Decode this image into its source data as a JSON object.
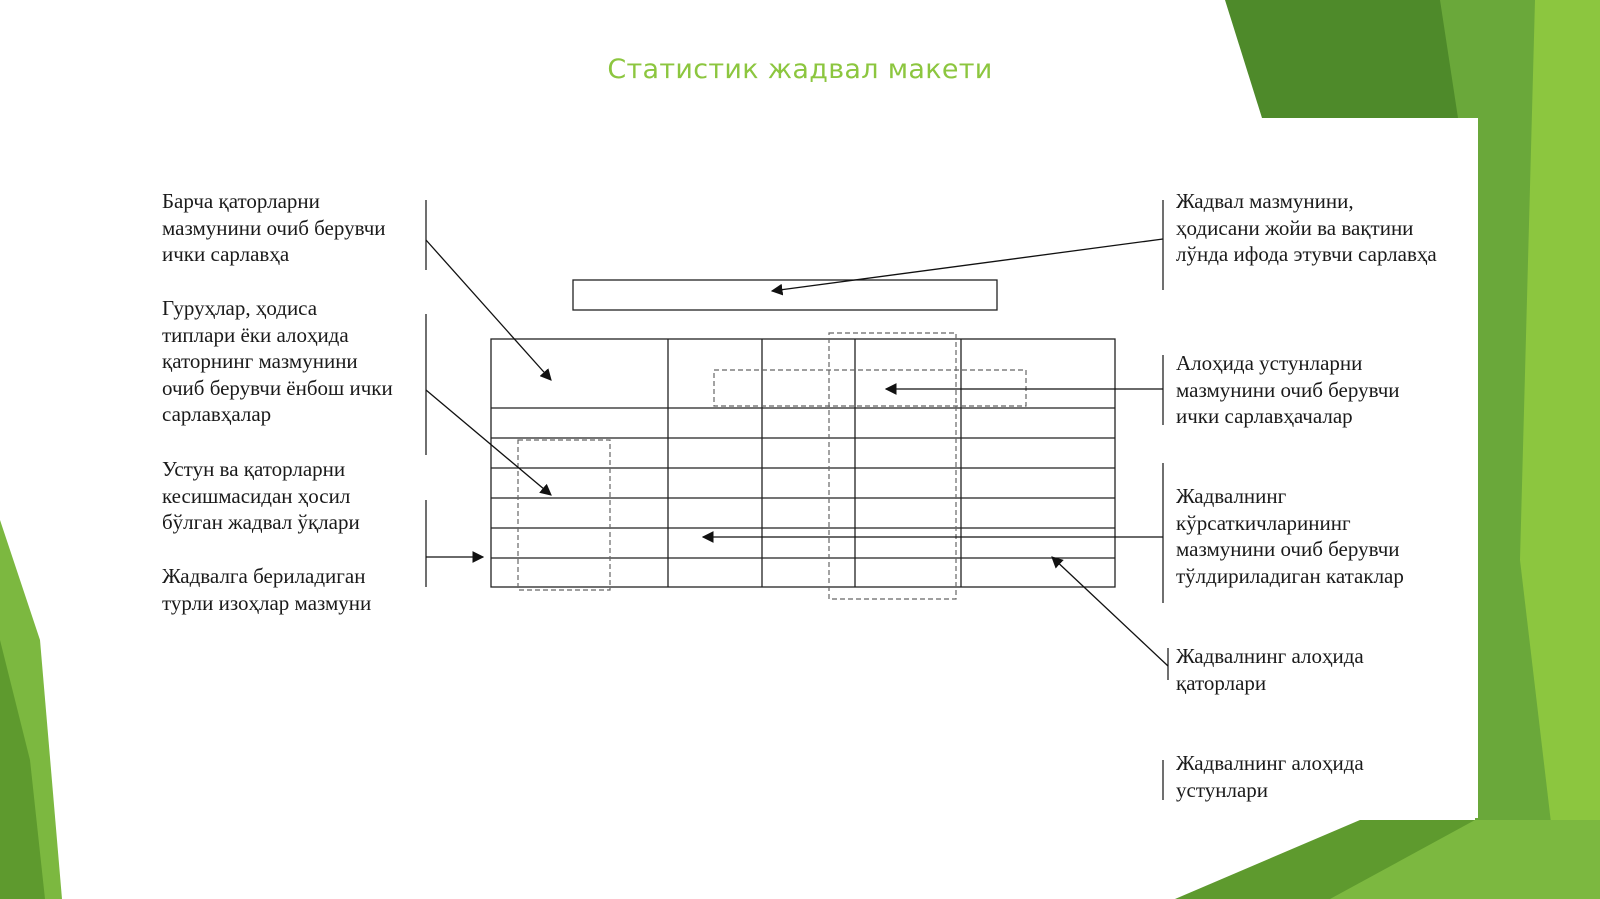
{
  "slide": {
    "title": "Статистик жадвал макети"
  },
  "labels": {
    "row_headers_inner": "Барча қаторларни\nмазмунини очиб берувчи\nички сарлавҳа",
    "side_headers": "Гуруҳлар, ҳодиса\nтиплари ёки алоҳида\nқаторнинг мазмунини\nочиб берувчи ёнбош ички\nсарлавҳалар",
    "cells": "Устун ва қаторларни\nкесишмасидан ҳосил\nбўлган жадвал ўқлари",
    "notes": "Жадвалга бериладиган\nтурли изоҳлар мазмуни",
    "main_title": "Жадвал мазмунини,\nҳодисани жойи ва вақтини\nлўнда ифода этувчи сарлавҳа",
    "column_subheaders": "Алоҳида устунларни\nмазмунини очиб берувчи\nички сарлавҳачалар",
    "indicator_cells": "Жадвалнинг\nкўрсаткичларининг\nмазмунини очиб берувчи\nтўлдириладиган катаклар",
    "rows": "Жадвалнинг алоҳида\nқаторлари",
    "columns": "Жадвалнинг алоҳида\nустунлари"
  },
  "colors": {
    "title_green": "#8cc63f",
    "bg_green_dark": "#5e9a2e",
    "bg_green_mid": "#76b043",
    "bg_green_light": "#8cc63f",
    "line": "#222222",
    "dashed": "#666666"
  }
}
